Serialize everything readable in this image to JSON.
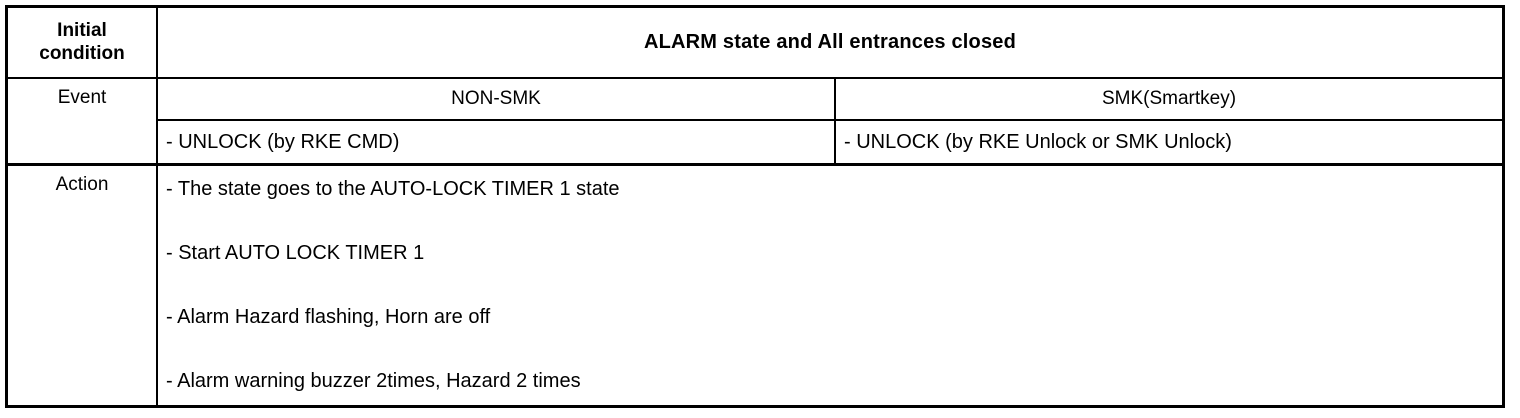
{
  "table": {
    "rows": {
      "initial": {
        "label": "Initial condition",
        "label_line1": "Initial",
        "label_line2": "condition",
        "value": "ALARM state and All entrances closed"
      },
      "event": {
        "label": "Event",
        "columns": [
          {
            "header": "NON-SMK",
            "value": "- UNLOCK (by RKE CMD)"
          },
          {
            "header": "SMK(Smartkey)",
            "value": "- UNLOCK (by RKE Unlock or SMK Unlock)"
          }
        ]
      },
      "action": {
        "label": "Action",
        "lines": [
          "- The state goes to the AUTO-LOCK TIMER 1 state",
          "- Start AUTO LOCK TIMER 1",
          "- Alarm Hazard flashing, Horn are off",
          "- Alarm warning buzzer 2times, Hazard 2 times"
        ]
      }
    }
  },
  "colors": {
    "border": "#000000",
    "text": "#000000",
    "background": "#ffffff"
  }
}
